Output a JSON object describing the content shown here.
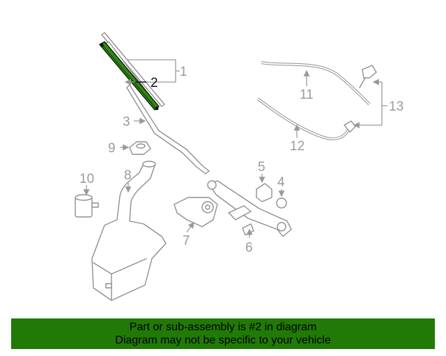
{
  "diagram": {
    "callouts": {
      "c1": "1",
      "c2": "2",
      "c3": "3",
      "c4": "4",
      "c5": "5",
      "c6": "6",
      "c7": "7",
      "c8": "8",
      "c9": "9",
      "c10": "10",
      "c11": "11",
      "c12": "12",
      "c13": "13"
    },
    "highlight_part": "2",
    "highlight_color": "#2f8a12"
  },
  "banner": {
    "line1": "Part or sub-assembly is #2 in diagram",
    "line2": "Diagram may not be specific to your vehicle",
    "background": "#217a06"
  }
}
